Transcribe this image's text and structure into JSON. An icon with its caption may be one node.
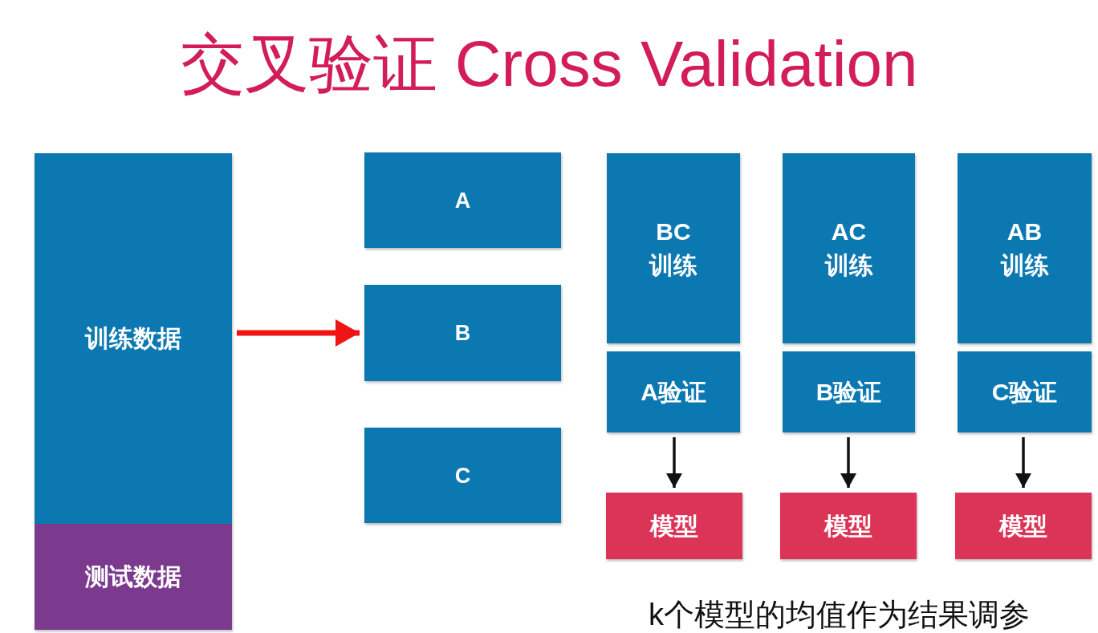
{
  "diagram": {
    "title": "交叉验证 Cross Validation",
    "nodes": [
      {
        "text": [
          "训练数据"
        ]
      },
      {
        "text": [
          "测试数据"
        ]
      },
      {
        "text": [
          "A"
        ]
      },
      {
        "text": [
          "B"
        ]
      },
      {
        "text": [
          "C"
        ]
      },
      {
        "text": [
          "BC",
          "训练"
        ]
      },
      {
        "text": [
          "A验证"
        ]
      },
      {
        "text": [
          "AC",
          "训练"
        ]
      },
      {
        "text": [
          "B验证"
        ]
      },
      {
        "text": [
          "AB",
          "训练"
        ]
      },
      {
        "text": [
          "C验证"
        ]
      },
      {
        "text": [
          "模型"
        ]
      },
      {
        "text": [
          "模型"
        ]
      },
      {
        "text": [
          "模型"
        ]
      }
    ],
    "edges": [
      {
        "from": 0,
        "to": 3,
        "arrow": "to",
        "style": "thick",
        "color": "#f01515"
      },
      {
        "from": 6,
        "to": 11,
        "arrow": "to"
      },
      {
        "from": 8,
        "to": 12,
        "arrow": "to"
      },
      {
        "from": 10,
        "to": 13,
        "arrow": "to"
      }
    ],
    "labels": [
      "k个模型的均值作为结果调参"
    ]
  }
}
